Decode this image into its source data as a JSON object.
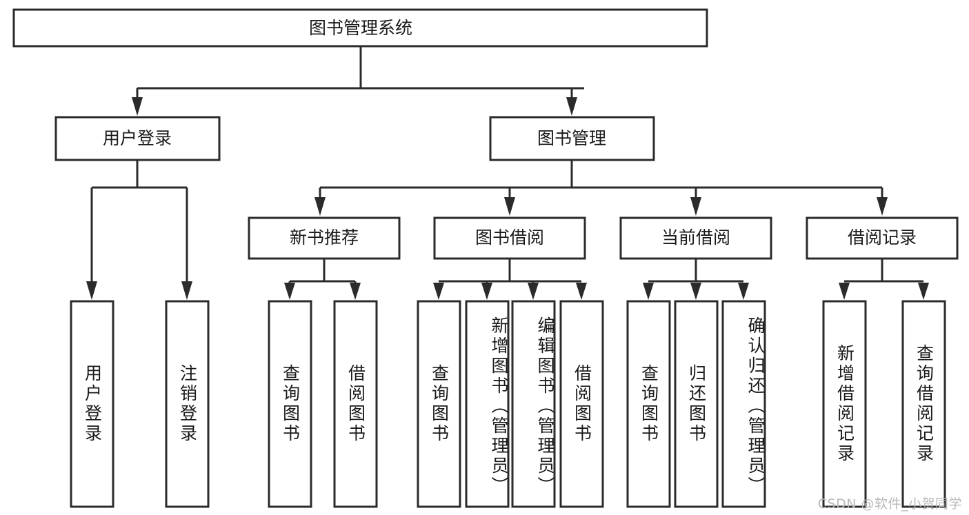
{
  "diagram": {
    "title": "图书管理系统",
    "type": "tree-hierarchy",
    "root": {
      "label": "图书管理系统",
      "orientation": "horizontal"
    },
    "level2": [
      {
        "label": "用户登录",
        "orientation": "horizontal"
      },
      {
        "label": "图书管理",
        "orientation": "horizontal"
      }
    ],
    "level3": [
      {
        "label": "新书推荐",
        "orientation": "horizontal"
      },
      {
        "label": "图书借阅",
        "orientation": "horizontal"
      },
      {
        "label": "当前借阅",
        "orientation": "horizontal"
      },
      {
        "label": "借阅记录",
        "orientation": "horizontal"
      }
    ],
    "leaves": {
      "user_login": [
        {
          "label": "用户登录",
          "orientation": "vertical"
        },
        {
          "label": "注销登录",
          "orientation": "vertical"
        }
      ],
      "new_book_recommend": [
        {
          "label": "查询图书",
          "orientation": "vertical"
        },
        {
          "label": "借阅图书",
          "orientation": "vertical"
        }
      ],
      "book_borrow": [
        {
          "label": "查询图书",
          "orientation": "vertical"
        },
        {
          "label": "新增图书（管理员）",
          "orientation": "vertical"
        },
        {
          "label": "编辑图书（管理员）",
          "orientation": "vertical"
        },
        {
          "label": "借阅图书",
          "orientation": "vertical"
        }
      ],
      "current_borrow": [
        {
          "label": "查询图书",
          "orientation": "vertical"
        },
        {
          "label": "归还图书",
          "orientation": "vertical"
        },
        {
          "label": "确认归还（管理员）",
          "orientation": "vertical"
        }
      ],
      "borrow_record": [
        {
          "label": "新增借阅记录",
          "orientation": "vertical"
        },
        {
          "label": "查询借阅记录",
          "orientation": "vertical"
        }
      ]
    },
    "colors": {
      "box_stroke": "#2b2b2b",
      "box_fill": "#ffffff",
      "text": "#1a1a1a",
      "connector": "#2b2b2b",
      "watermark": "#b9b9b9",
      "background": "#ffffff"
    }
  },
  "watermark": {
    "text": "CSDN @软件_小贺同学"
  }
}
